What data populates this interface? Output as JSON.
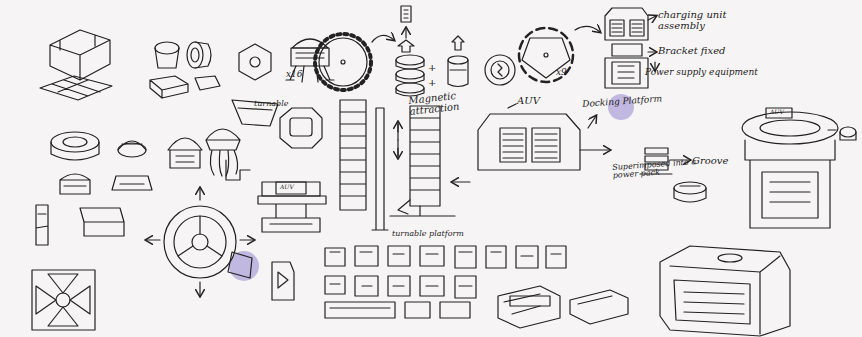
{
  "diagram": {
    "labels": [
      "x16",
      "+",
      "+",
      "Magnetic attraction",
      "x9",
      "charging unit assembly",
      "Bracket fixed",
      "Power supply equipment",
      "turnable",
      "AUV",
      "Docking Platform",
      "AUV",
      "turnable platform",
      "Superimposed into a power pack",
      "Groove",
      "AUV"
    ]
  }
}
